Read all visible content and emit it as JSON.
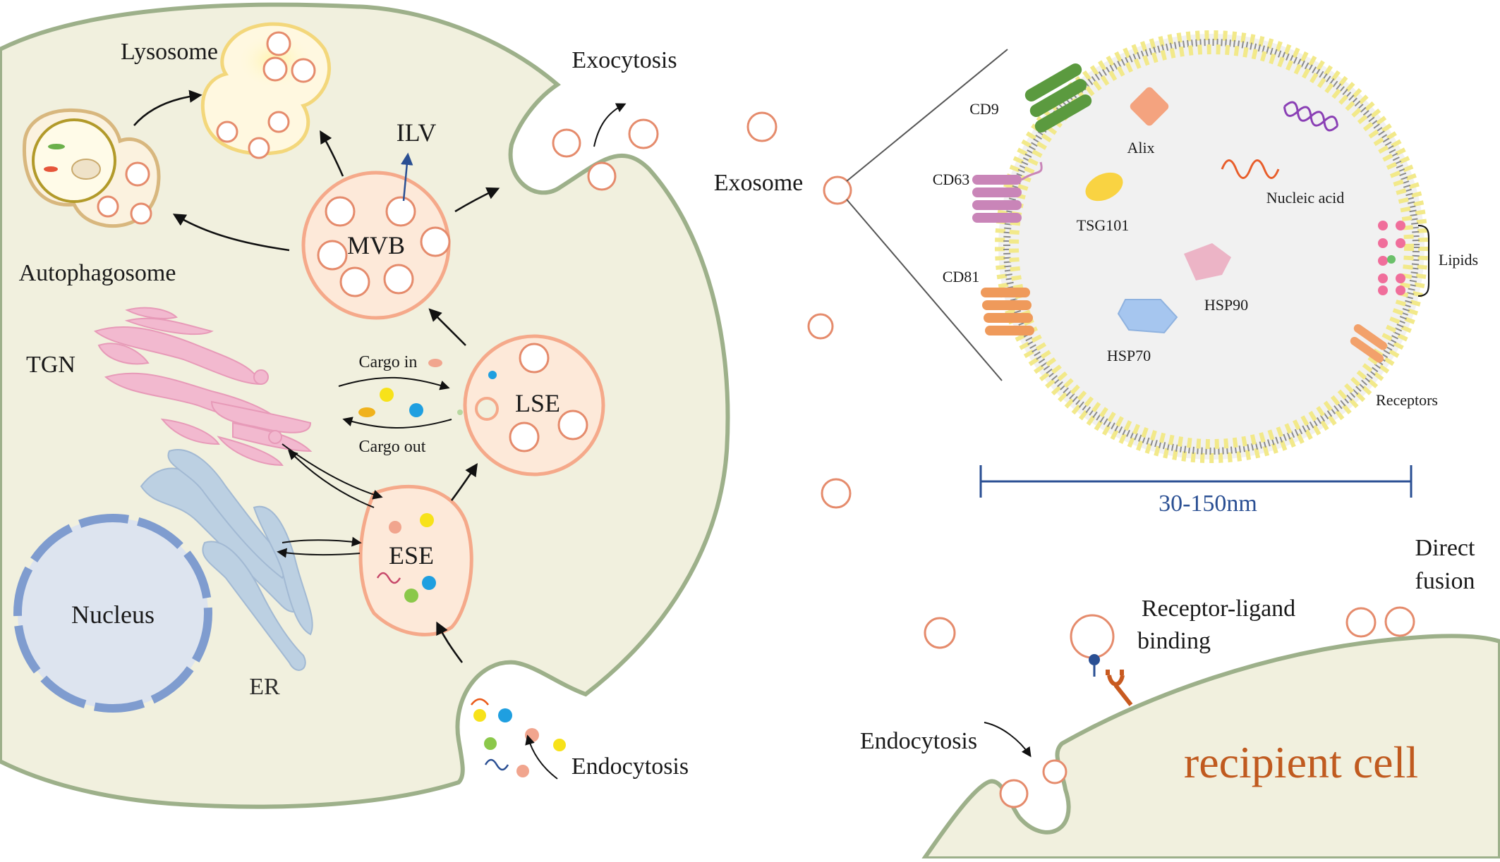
{
  "labels": {
    "lysosome": "Lysosome",
    "autophagosome": "Autophagosome",
    "exocytosis": "Exocytosis",
    "ilv": "ILV",
    "mvb": "MVB",
    "tgn": "TGN",
    "cargo_in": "Cargo in",
    "cargo_out": "Cargo out",
    "lse": "LSE",
    "ese": "ESE",
    "nucleus": "Nucleus",
    "er": "ER",
    "endocytosis_left": "Endocytosis",
    "exosome": "Exosome",
    "cd9": "CD9",
    "cd63": "CD63",
    "cd81": "CD81",
    "alix": "Alix",
    "tsg101": "TSG101",
    "nucleic_acid": "Nucleic acid",
    "hsp90": "HSP90",
    "hsp70": "HSP70",
    "lipids": "Lipids",
    "receptors": "Receptors",
    "size_range": "30-150nm",
    "direct_fusion_1": "Direct",
    "direct_fusion_2": "fusion",
    "receptor_ligand_1": "Receptor-ligand",
    "receptor_ligand_2": "binding",
    "endocytosis_right": "Endocytosis",
    "recipient_cell": "recipient cell"
  },
  "colors": {
    "cytoplasm": "#f1f0de",
    "membrane": "#9db08a",
    "endosome": "#f5a98a",
    "lysosome": "#f3d77b",
    "autophagosome": "#d8b77e",
    "tgn": "#f2b9cf",
    "er": "#b7cde3",
    "nucleus": "#dde4ef",
    "nucleus_envelope": "#7f9ccf",
    "scale_bar": "#2a4f93",
    "recipient_text": "#c05a1f"
  },
  "icons": [
    "arrow",
    "vesicle",
    "cargo-dot",
    "rna-squiggle",
    "tetraspanin",
    "protein-shape"
  ]
}
